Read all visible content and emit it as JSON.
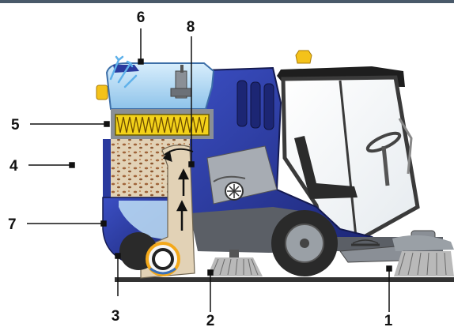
{
  "callouts": [
    "1",
    "2",
    "3",
    "4",
    "5",
    "6",
    "7",
    "8"
  ],
  "colors": {
    "body_blue": "#2a3a9e",
    "hopper_light_blue": "#bfe0f7",
    "dirt_tan": "#e2d2b6",
    "filter_yellow": "#f3d21a",
    "beacon_amber": "#f4c21a",
    "chassis_grey": "#5b5f66",
    "ground": "#333333"
  }
}
